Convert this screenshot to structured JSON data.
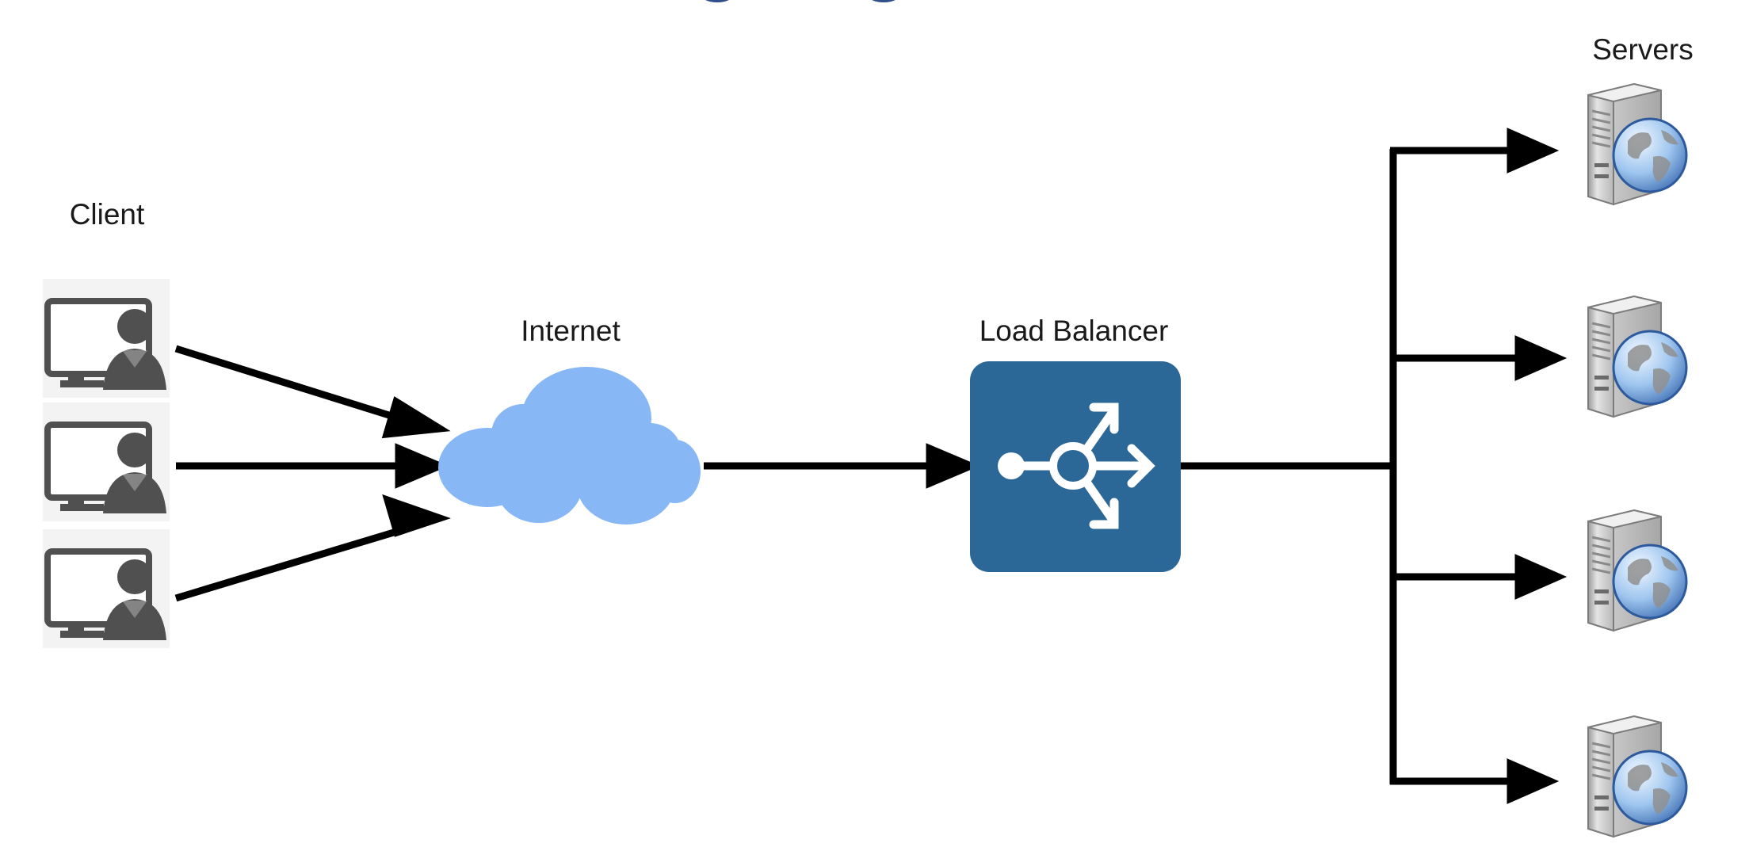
{
  "labels": {
    "client": "Client",
    "internet": "Internet",
    "load_balancer": "Load Balancer",
    "servers": "Servers"
  },
  "title_fragment": "",
  "colors": {
    "cloud": "#88b7f6",
    "load_balancer_bg": "#2c6897",
    "connector": "#000000",
    "title": "#2f4f8a"
  },
  "icons": {
    "client": "client-computer-user-icon",
    "internet": "cloud-icon",
    "load_balancer": "load-balancer-icon",
    "server": "web-server-globe-icon"
  },
  "counts": {
    "clients": 3,
    "servers": 4
  }
}
